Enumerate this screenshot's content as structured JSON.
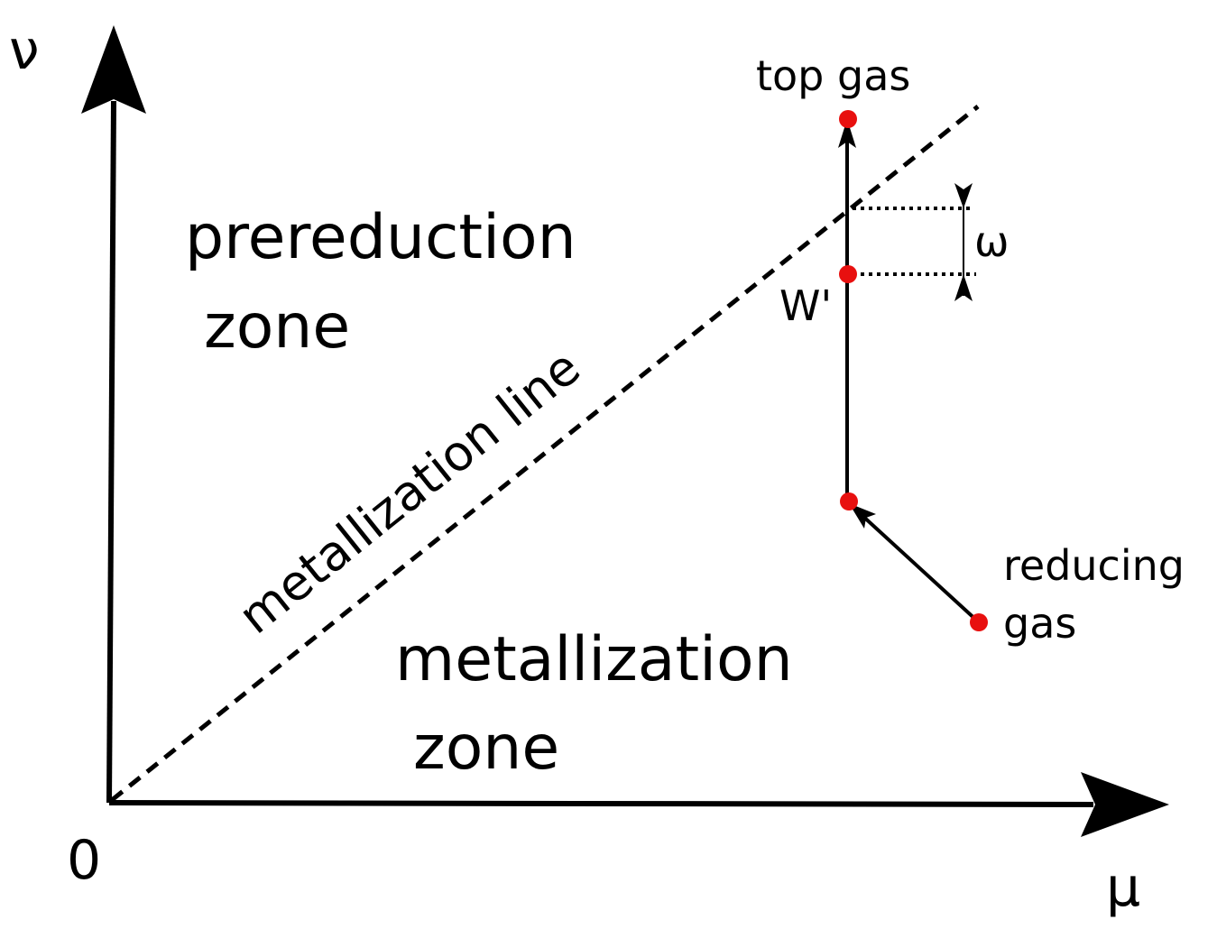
{
  "axes": {
    "x_label": "μ",
    "y_label": "ν",
    "origin_label": "0"
  },
  "zones": {
    "prereduction_line1": "prereduction",
    "prereduction_line2": "zone",
    "metallization_line1": "metallization",
    "metallization_line2": "zone"
  },
  "metallization_line_label": "metallization line",
  "points": {
    "top_gas": "top gas",
    "w_prime": "W'",
    "reducing_gas_line1": "reducing",
    "reducing_gas_line2": "gas"
  },
  "omega_label": "ω",
  "colors": {
    "ink": "#000000",
    "point": "#e8100f"
  }
}
